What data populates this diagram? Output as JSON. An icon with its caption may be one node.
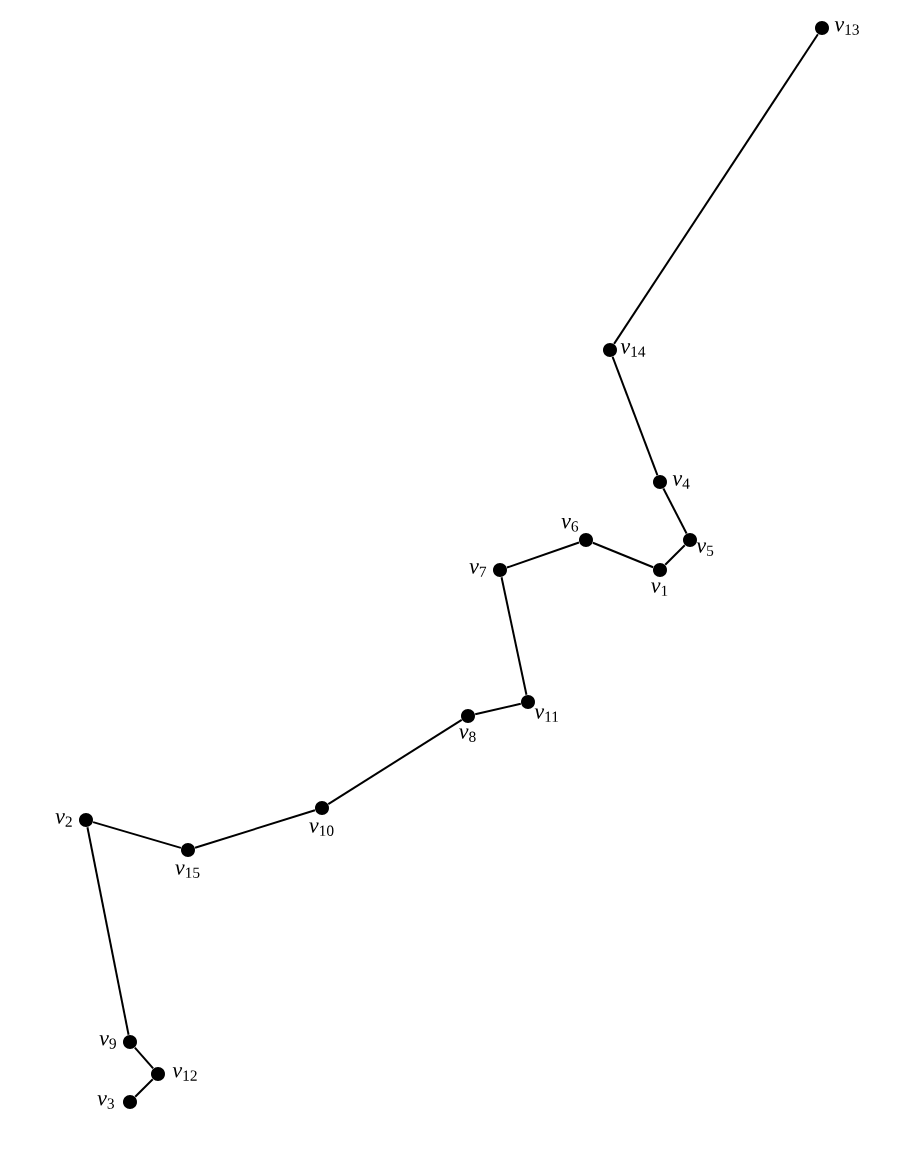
{
  "diagram": {
    "nodes": [
      {
        "text": [],
        "shape": "circle",
        "beside": [
          "*v*$_{1}$"
        ]
      },
      {
        "text": [],
        "shape": "circle",
        "beside": [
          "*v*$_{2}$"
        ]
      },
      {
        "text": [],
        "shape": "circle",
        "beside": [
          "*v*$_{3}$"
        ]
      },
      {
        "text": [],
        "shape": "circle",
        "beside": [
          "*v*$_{4}$"
        ]
      },
      {
        "text": [],
        "shape": "circle",
        "beside": [
          "*v*$_{5}$"
        ]
      },
      {
        "text": [],
        "shape": "circle",
        "beside": [
          "*v*$_{6}$"
        ]
      },
      {
        "text": [],
        "shape": "circle",
        "beside": [
          "*v*$_{7}$"
        ]
      },
      {
        "text": [],
        "shape": "circle",
        "beside": [
          "*v*$_{8}$"
        ]
      },
      {
        "text": [],
        "shape": "circle",
        "beside": [
          "*v*$_{9}$"
        ]
      },
      {
        "text": [],
        "shape": "circle",
        "beside": [
          "*v*$_{10}$"
        ]
      },
      {
        "text": [],
        "shape": "circle",
        "beside": [
          "*v*$_{11}$"
        ]
      },
      {
        "text": [],
        "shape": "circle",
        "beside": [
          "*v*$_{12}$"
        ]
      },
      {
        "text": [],
        "shape": "circle",
        "beside": [
          "*v*$_{13}$"
        ]
      },
      {
        "text": [],
        "shape": "circle",
        "beside": [
          "*v*$_{14}$"
        ]
      },
      {
        "text": [],
        "shape": "circle",
        "beside": [
          "*v*$_{15}$"
        ]
      }
    ],
    "edges": [
      {
        "from": 12,
        "to": 13,
        "arrow": "none"
      },
      {
        "from": 13,
        "to": 3,
        "arrow": "none"
      },
      {
        "from": 3,
        "to": 4,
        "arrow": "none"
      },
      {
        "from": 4,
        "to": 0,
        "arrow": "none"
      },
      {
        "from": 0,
        "to": 5,
        "arrow": "none"
      },
      {
        "from": 5,
        "to": 6,
        "arrow": "none"
      },
      {
        "from": 6,
        "to": 10,
        "arrow": "none"
      },
      {
        "from": 10,
        "to": 7,
        "arrow": "none"
      },
      {
        "from": 7,
        "to": 9,
        "arrow": "none"
      },
      {
        "from": 9,
        "to": 14,
        "arrow": "none"
      },
      {
        "from": 14,
        "to": 1,
        "arrow": "none"
      },
      {
        "from": 1,
        "to": 8,
        "arrow": "none"
      },
      {
        "from": 8,
        "to": 11,
        "arrow": "none"
      },
      {
        "from": 11,
        "to": 2,
        "arrow": "none"
      }
    ]
  }
}
